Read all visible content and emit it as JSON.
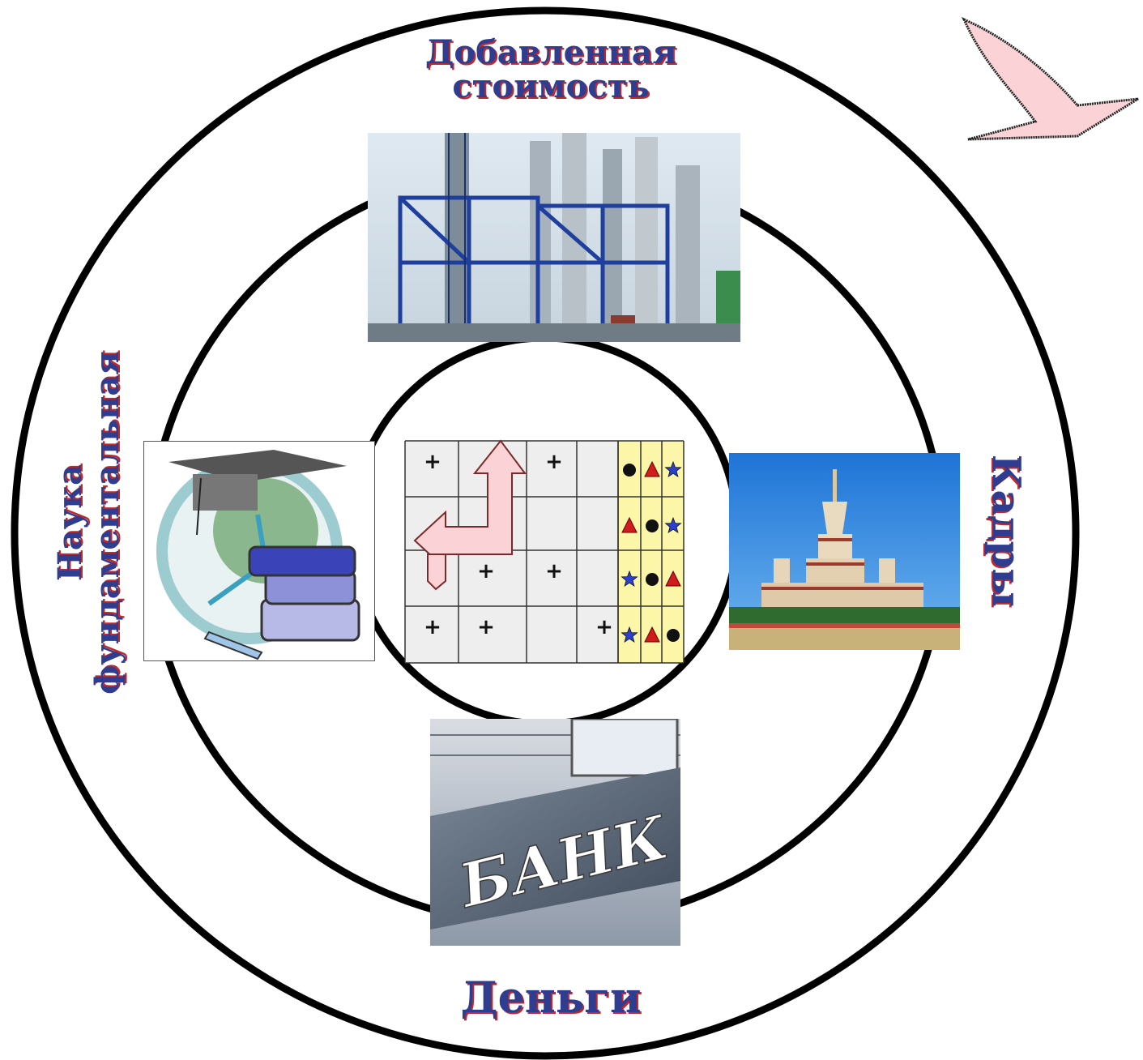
{
  "labels": {
    "top_line1": "Добавленная",
    "top_line2": "стоимость",
    "left_line1": "Наука",
    "left_line2": "фундаментальная",
    "right": "Кадры",
    "bottom": "Деньги"
  },
  "bank_sign": "БАНК",
  "grid": {
    "plus_mark": "+",
    "rows": [
      [
        "+",
        "",
        "+",
        ""
      ],
      [
        "",
        "",
        "",
        ""
      ],
      [
        "",
        "+",
        "+",
        ""
      ],
      [
        "+",
        "+",
        "",
        "+"
      ]
    ],
    "symbols": [
      [
        "circle",
        "triangle",
        "star"
      ],
      [
        "triangle",
        "circle",
        "star"
      ],
      [
        "star",
        "circle",
        "triangle"
      ],
      [
        "star",
        "triangle",
        "circle"
      ]
    ]
  },
  "colors": {
    "label_fill": "#2e3d8f",
    "label_shadow": "#c0292b",
    "ring": "#000000",
    "arrow_fill": "#fbd3d6",
    "symbol_column": "#fbf6a8"
  }
}
